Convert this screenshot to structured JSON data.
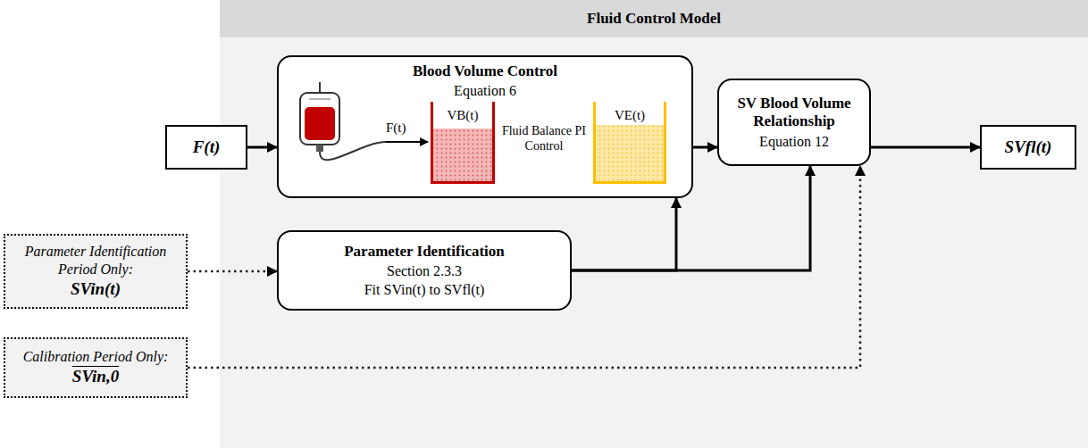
{
  "diagram": {
    "nodes": [
      {
        "text": [
          "Fluid Control Model"
        ]
      },
      {
        "text": [
          "F(t)"
        ]
      },
      {
        "text": [
          "Blood Volume Control",
          "Equation 6"
        ],
        "in": 0
      },
      {
        "text": [
          "VB(t)"
        ],
        "in": 2
      },
      {
        "text": [
          "VE(t)"
        ],
        "in": 2
      },
      {
        "text": [
          "SV Blood Volume Relationship",
          "Equation 12"
        ],
        "in": 0
      },
      {
        "text": [
          "SVfl(t)"
        ],
        "in": 0
      },
      {
        "text": [
          "Parameter Identification",
          "Section 2.3.3",
          "Fit SVin(t) to SVfl(t)"
        ],
        "in": 0
      },
      {
        "text": [
          "Parameter Identification Period Only:",
          "SVin(t)"
        ]
      },
      {
        "text": [
          "Calibration Period Only:",
          "SVin,0"
        ]
      }
    ],
    "edges": [
      {
        "from": 1,
        "to": 2,
        "arrow": "to"
      },
      {
        "from": 2,
        "to": 5,
        "arrow": "to"
      },
      {
        "from": 5,
        "to": 6,
        "arrow": "to"
      },
      {
        "from": 3,
        "to": 4,
        "label": "Fluid Balance PI Control",
        "arrow": "both"
      },
      {
        "from": 8,
        "to": 7,
        "arrow": "to"
      },
      {
        "from": 7,
        "to": 2,
        "arrow": "to"
      },
      {
        "from": 7,
        "to": 5,
        "arrow": "to"
      },
      {
        "from": 9,
        "to": 5,
        "arrow": "to"
      }
    ],
    "labels": [
      "F(t)"
    ]
  }
}
